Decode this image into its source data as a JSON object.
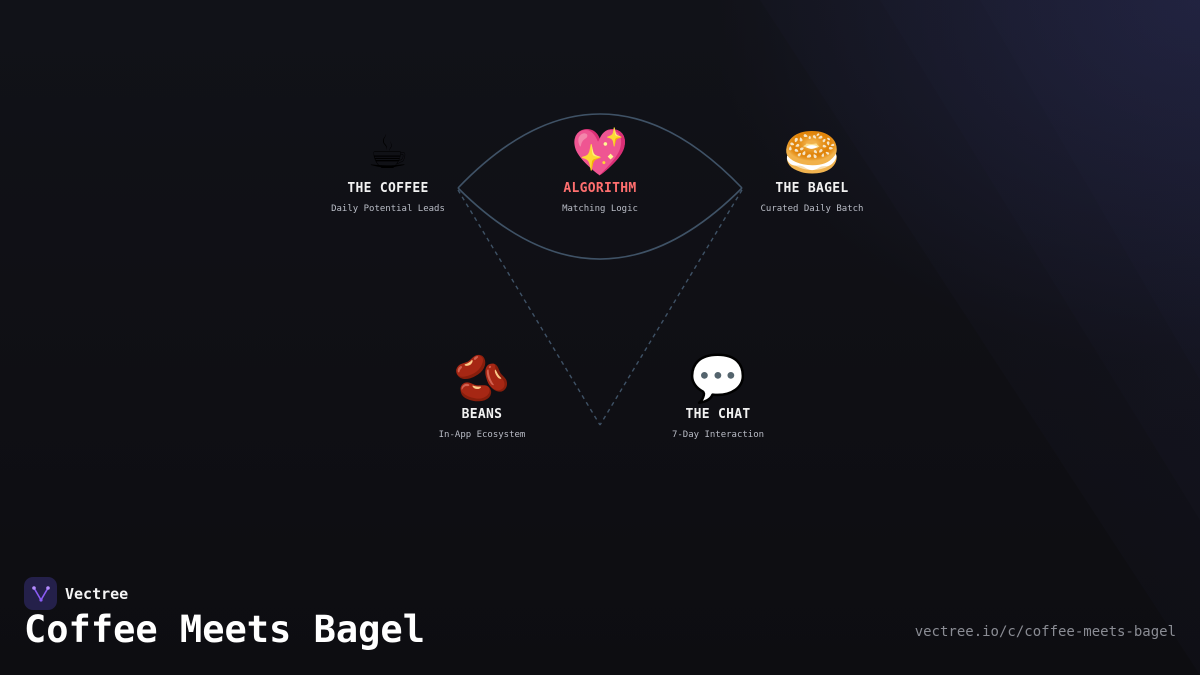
{
  "nodes": {
    "coffee": {
      "icon": "☕",
      "icon_name": "coffee-cup-icon",
      "title": "THE COFFEE",
      "subtitle": "Daily Potential Leads"
    },
    "algorithm": {
      "icon": "💖",
      "icon_name": "sparkling-heart-icon",
      "title": "ALGORITHM",
      "subtitle": "Matching Logic",
      "accent_color": "#ff6f6f"
    },
    "bagel": {
      "icon": "🥯",
      "icon_name": "bagel-icon",
      "title": "THE BAGEL",
      "subtitle": "Curated Daily Batch"
    },
    "beans": {
      "icon": "🫘",
      "icon_name": "beans-icon",
      "title": "BEANS",
      "subtitle": "In-App Ecosystem"
    },
    "chat": {
      "icon": "💬",
      "icon_name": "speech-bubble-icon",
      "title": "THE CHAT",
      "subtitle": "7-Day Interaction"
    }
  },
  "brand": {
    "name": "Vectree",
    "logo_icon": "vectree-logo-icon",
    "logo_color": "#8b5cf6"
  },
  "footer": {
    "title": "Coffee Meets Bagel",
    "url": "vectree.io/c/coffee-meets-bagel"
  },
  "colors": {
    "background": "#0f0f14",
    "connector": "#3f5266",
    "accent": "#ff6f6f"
  }
}
